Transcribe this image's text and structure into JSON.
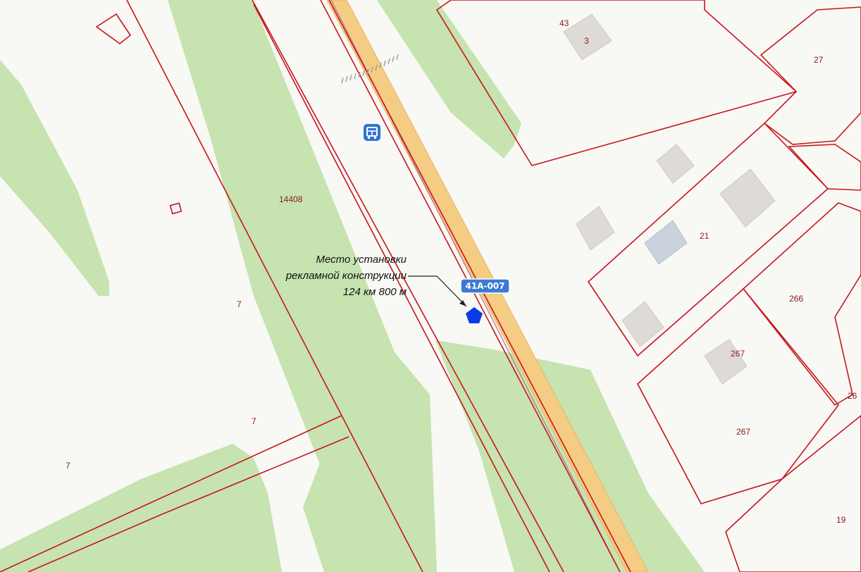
{
  "colors": {
    "background": "#f8f8f4",
    "green_area": "#c6e3b0",
    "road_fill": "#f5cc84",
    "parcel_border": "#c8141e",
    "building": "#dedad6",
    "highlight_building": "#c9d2dd",
    "marker": "#0a3ce6",
    "badge": "#3b7ad6",
    "bus_stop": "#2e74d8"
  },
  "callout": {
    "line1": "Место установки",
    "line2": "рекламной конструкции",
    "line3": "124 км 800 м"
  },
  "road_badge": "41А-007",
  "icons": {
    "bus_stop": "bus-stop-icon",
    "marker": "pentagon-marker-icon",
    "crossing": "pedestrian-crossing-icon"
  },
  "parcels": {
    "p14408": "14408",
    "p7_a": "7",
    "p7_b": "7",
    "p7_c": "7",
    "p43": "43",
    "p3": "3",
    "p27": "27",
    "p21": "21",
    "p266": "266",
    "p267_a": "267",
    "p267_b": "267",
    "p26x": "26",
    "p19": "19"
  }
}
